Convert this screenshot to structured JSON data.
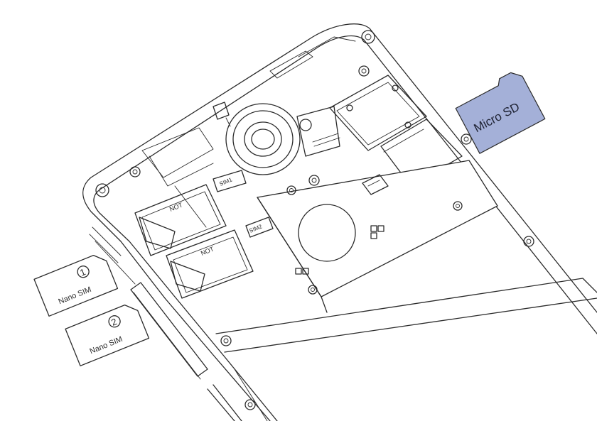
{
  "cards": {
    "micro_sd": {
      "label": "Micro SD",
      "fill_color": "#a4b0d8",
      "stroke_color": "#2b2b2b"
    },
    "nano_sim_1": {
      "label": "Nano SIM",
      "number": "1"
    },
    "nano_sim_2": {
      "label": "Nano SIM",
      "number": "2"
    }
  },
  "board_labels": {
    "sim1": "SIM1",
    "sim2": "SIM2",
    "tray_text_1": "NOT",
    "tray_text_2": "NOT"
  },
  "colors": {
    "line": "#2b2b2b",
    "background": "#ffffff",
    "micro_sd_fill": "#a4b0d8"
  }
}
